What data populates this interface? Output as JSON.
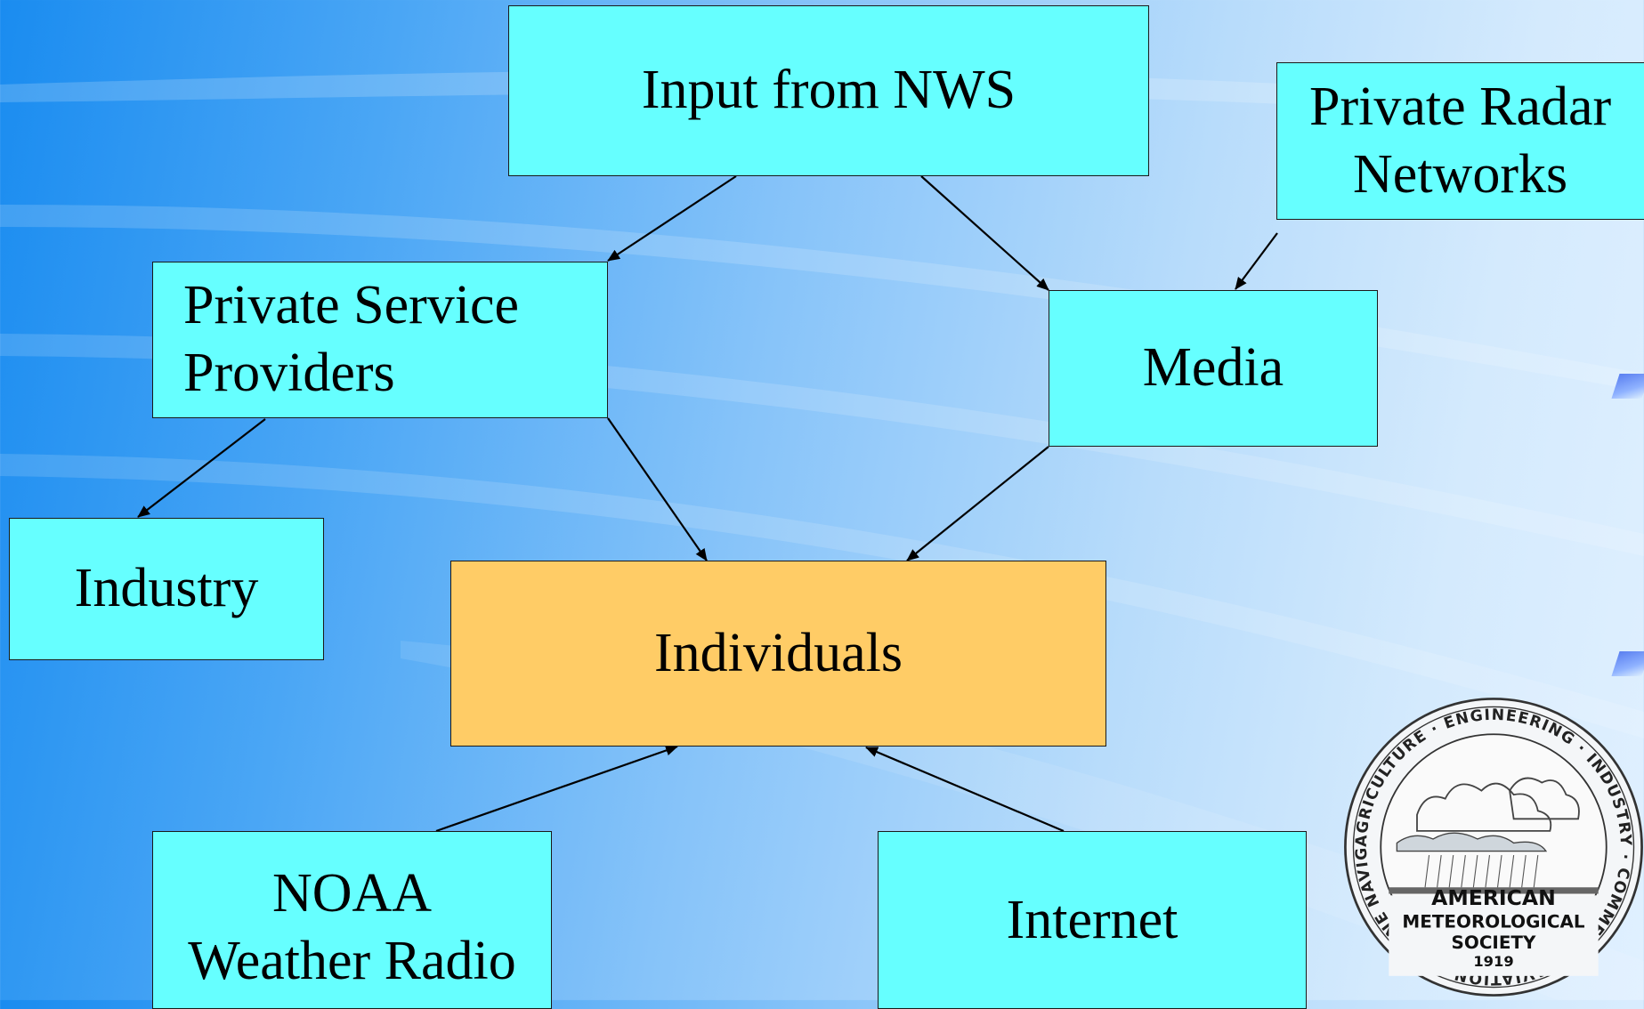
{
  "diagram": {
    "nodes": {
      "nws": {
        "label": "Input from NWS"
      },
      "radar": {
        "label": "Private Radar\nNetworks"
      },
      "psp": {
        "label": "Private Service\nProviders"
      },
      "media": {
        "label": "Media"
      },
      "industry": {
        "label": "Industry"
      },
      "individuals": {
        "label": "Individuals"
      },
      "noaa": {
        "label": "NOAA\nWeather Radio"
      },
      "internet": {
        "label": "Internet"
      }
    },
    "edges": [
      {
        "from": "nws",
        "to": "psp"
      },
      {
        "from": "nws",
        "to": "media"
      },
      {
        "from": "radar",
        "to": "media"
      },
      {
        "from": "psp",
        "to": "industry"
      },
      {
        "from": "psp",
        "to": "individuals"
      },
      {
        "from": "media",
        "to": "individuals"
      },
      {
        "from": "noaa",
        "to": "individuals"
      },
      {
        "from": "internet",
        "to": "individuals"
      }
    ]
  },
  "seal": {
    "ring_text": "AGRICULTURE · ENGINEERING · INDUSTRY · COMMERCE · AVIATION · MARINE NAVIGATION · HEALTH ·",
    "name_line1": "AMERICAN",
    "name_line2": "METEOROLOGICAL",
    "name_line3": "SOCIETY",
    "year": "1919"
  },
  "colors": {
    "node_fill": "#66ffff",
    "highlight_fill": "#ffcc66",
    "edge": "#000000"
  }
}
